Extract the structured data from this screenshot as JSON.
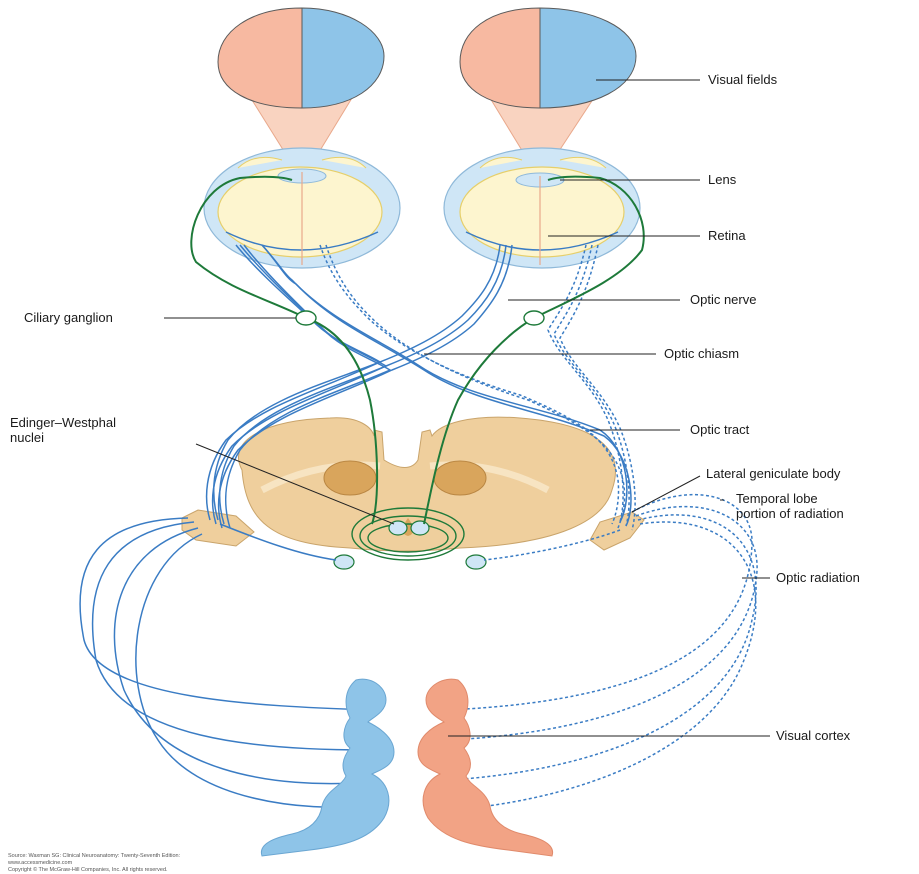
{
  "labels": {
    "visual_fields": "Visual fields",
    "lens": "Lens",
    "retina": "Retina",
    "ciliary_ganglion": "Ciliary ganglion",
    "optic_nerve": "Optic nerve",
    "optic_chiasm": "Optic chiasm",
    "edinger_westphal_1": "Edinger–Westphal",
    "edinger_westphal_2": "nuclei",
    "optic_tract": "Optic tract",
    "lateral_geniculate_body": "Lateral geniculate body",
    "temporal_lobe_1": "Temporal lobe",
    "temporal_lobe_2": "portion of radiation",
    "optic_radiation": "Optic radiation",
    "visual_cortex": "Visual cortex"
  },
  "source": {
    "line1": "Source: Waxman SG: Clinical Neuroanatomy: Twenty-Seventh Edition:",
    "line2": "www.accessmedicine.com",
    "line3": "Copyright © The McGraw-Hill Companies, Inc. All rights reserved."
  },
  "colors": {
    "left_field": "#f7b9a1",
    "right_field": "#8ec4e8",
    "nerve_fiber": "#3a7cc4",
    "parasympathetic": "#1e7a3a",
    "midbrain": "#efcf9d",
    "eye": "#fdf5cf",
    "left_cortex": "#8ec4e8",
    "right_cortex": "#f2a385"
  }
}
